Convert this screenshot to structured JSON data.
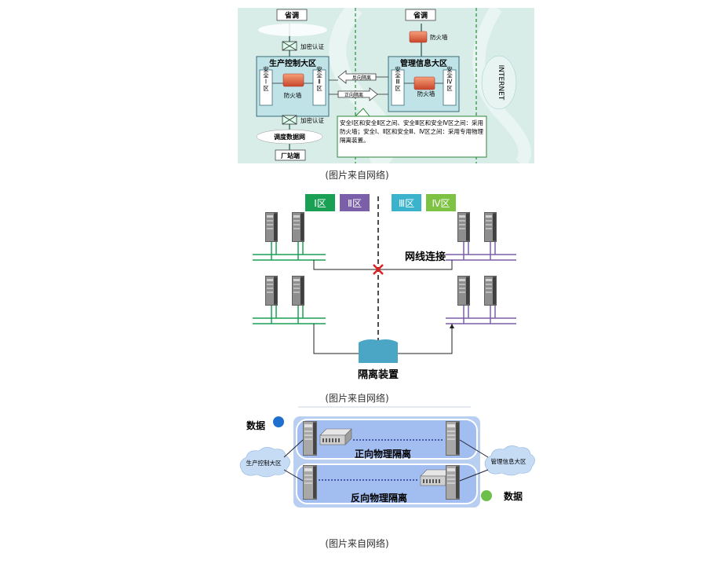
{
  "figure1": {
    "top_title_left": "省调",
    "top_title_right": "省调",
    "encrypt_top": "加密认证",
    "encrypt_bottom": "加密认证",
    "firewall_top_label": "防火墙",
    "zone_prod": "生产控制大区",
    "zone_mgmt": "管理信息大区",
    "zone1": "安全Ⅰ区",
    "zone2": "安全Ⅱ区",
    "zone3": "安全Ⅲ区",
    "zone4": "安全Ⅳ区",
    "firewall_prod_label": "防火墙",
    "firewall_mgmt_label": "防火墙",
    "reverse_iso": "反向隔离",
    "forward_iso": "正向隔离",
    "internet": "INTERNET",
    "dispatch_net": "调度数据网",
    "plant": "厂站端",
    "note": "安全Ⅰ区和安全Ⅱ区之间、安全Ⅲ区和安全Ⅳ区之间：采用防火墙；安全Ⅰ、Ⅱ区和安全Ⅲ、Ⅳ区之间：采用专用物理隔离装置。"
  },
  "caption1": "(图片来自网络)",
  "figure2": {
    "zone1": "Ⅰ区",
    "zone2": "Ⅱ区",
    "zone3": "Ⅲ区",
    "zone4": "Ⅳ区",
    "network_link": "网线连接",
    "isolation_device": "隔离装置",
    "colors": {
      "zone1": "#1aa055",
      "zone2": "#7b5fa8",
      "zone3": "#3bb3cc",
      "zone4": "#7dc242"
    }
  },
  "caption2": "(图片来自网络)",
  "figure3": {
    "data_top": "数据",
    "data_bottom": "数据",
    "cloud_left": "生产控制大区",
    "cloud_right": "管理信息大区",
    "forward": "正向物理隔离",
    "reverse": "反向物理隔离",
    "colors": {
      "dot_blue": "#1f6fcf",
      "dot_green": "#6cc04a"
    }
  },
  "caption3": "(图片来自网络)"
}
